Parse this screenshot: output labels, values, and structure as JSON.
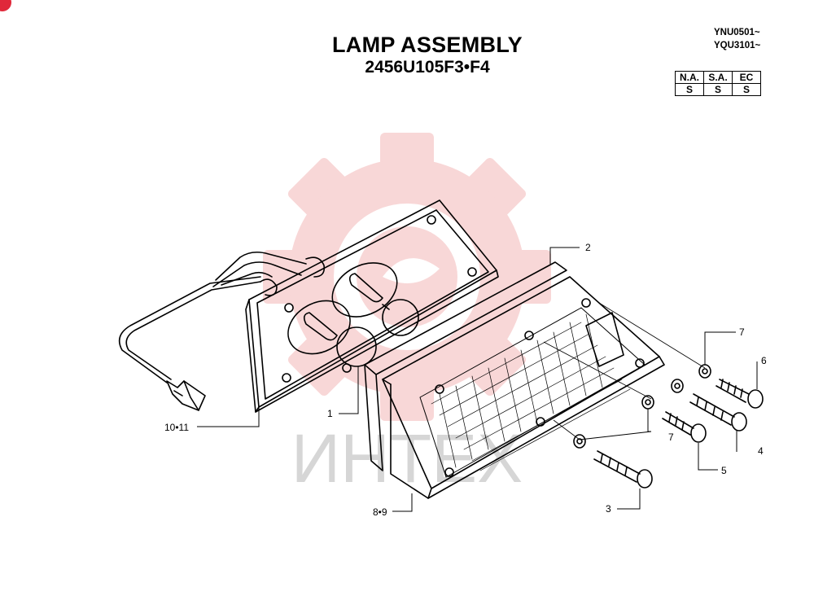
{
  "header": {
    "title": "LAMP ASSEMBLY",
    "part_number": "2456U105F3•F4",
    "serials": [
      "YNU0501~",
      "YQU3101~"
    ]
  },
  "region_table": {
    "headers": [
      "N.A.",
      "S.A.",
      "EC"
    ],
    "values": [
      "S",
      "S",
      "S"
    ]
  },
  "watermark": {
    "text": "ИНТЕХ",
    "gear_color": "#f8d3d3",
    "text_color": "#d6d6d6"
  },
  "callouts": {
    "c1": "1",
    "c2": "2",
    "c3": "3",
    "c4": "4",
    "c5": "5",
    "c6": "6",
    "c7_top": "7",
    "c7_bottom": "7",
    "c8_9": "8•9",
    "c10_11": "10•11"
  },
  "colors": {
    "badge": "#e0283a",
    "line": "#000000"
  }
}
